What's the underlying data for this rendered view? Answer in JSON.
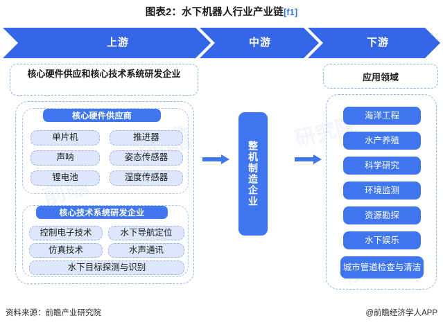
{
  "title": {
    "main": "图表2：水下机器人行业产业链",
    "ref": "[f1]"
  },
  "colors": {
    "accent_blue": "#3f76ee",
    "ribbon_blue": "#3566e8",
    "chip_light": "#dde6fa",
    "dash_border": "#8fb0e8",
    "text_dark": "#1b1b1b"
  },
  "ribbon": {
    "segments": [
      {
        "label": "上游"
      },
      {
        "label": "中游"
      },
      {
        "label": "下游"
      }
    ]
  },
  "upstream": {
    "header": "核心硬件供应和核心技术系统研发企业",
    "groups": [
      {
        "title": "核心硬件供应商",
        "items": [
          "单片机",
          "推进器",
          "声呐",
          "姿态传感器",
          "锂电池",
          "湿度传感器"
        ]
      },
      {
        "title": "核心技术系统研发企业",
        "items": [
          "控制电子技术",
          "水下导航定位",
          "仿真技术",
          "水声通讯",
          "水下目标探测与识别"
        ]
      }
    ]
  },
  "midstream": {
    "box_label": "整机制造企业"
  },
  "downstream": {
    "header": "应用领域",
    "items": [
      "海洋工程",
      "水产养殖",
      "科学研究",
      "环境监测",
      "资源勘探",
      "水下娱乐",
      "城市管道检查与清洁"
    ]
  },
  "arrows": {
    "upstream_to_mid": "right-arrow-icon",
    "mid_to_downstream": "right-arrow-icon"
  },
  "footer": {
    "source": "资料来源：前瞻产业研究院",
    "brand": "@前瞻经济学人APP"
  },
  "watermark": {
    "marks": [
      "前瞻",
      "研究院",
      "前瞻",
      "院"
    ]
  }
}
